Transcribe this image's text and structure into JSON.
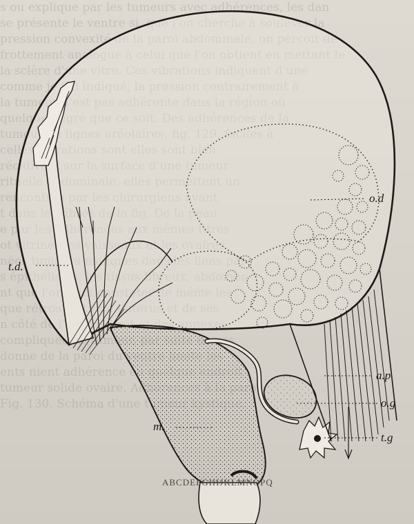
{
  "background_text": [
    "s ou explique par les tumeurs avec adhérences, les dan",
    "se présente le ventre si, que l'on cherche à soulever la",
    "pression convexité de la paroi abdominale, on percoit de",
    "frottement analogue à celui que l'on obtient en mettant le",
    "la sclère d'une vitre. Ces vibrations indiquent d'une",
    "comme je l'ai indiqué, la pression contrairement à",
    "la tumeur n'est pas adhérente dans la région où",
    "quelque degré que ce soit. Des adhérences de la",
    "tumeur de lignes aréolaires, fig. 129, faciles à",
    "celles vibrations sont elles sont bien",
    "récidivent sur la surface d'une tumeur",
    "rituelle abdominale, elles permettent un",
    "rencontres par les chirurgiens avant",
    "t dans les fibres de la fig. De la peau",
    "e par les adhérences aux mêmes titres",
    "ot vitrines les vaisseaux et les ovaires",
    "nées tumeurs malignes dans les liens par",
    "s épithéliales, les tissus fibreux, abdomen",
    "nt que l'on peut constater de même les",
    "que rétrospectif de l'utérus et de ses",
    "n côté de l'ovaire droit et des annexes",
    "compliquée de tumeur, par suite de ces",
    "donne de la paroi du ventre limite les",
    "ents nient adhérence en quelque endroit",
    "tumeur solide ovaire. Adhérences à la paroi",
    "Fig. 130. Schéma d'une tumeur kystique."
  ],
  "labels": {
    "td": "t.d.",
    "od": "o.d",
    "ap": "a.p",
    "og": "o.g",
    "tg": "t.g",
    "m": "m."
  },
  "caption": "ABCDEFGHIJKLMNOPQ"
}
